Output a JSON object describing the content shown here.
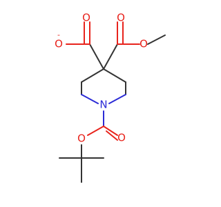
{
  "molecule": {
    "atoms": {
      "carboxylate_o_minus": {
        "symbol": "O",
        "charge": "-",
        "color": "#e8231c"
      },
      "carboxylate_o_double": {
        "symbol": "O",
        "color": "#e8231c"
      },
      "ester_o_double": {
        "symbol": "O",
        "color": "#e8231c"
      },
      "ester_o_methoxy": {
        "symbol": "O",
        "color": "#e8231c"
      },
      "ring_n": {
        "symbol": "N",
        "color": "#2b2bd6"
      },
      "boc_o_double": {
        "symbol": "O",
        "color": "#e8231c"
      },
      "boc_o_ether": {
        "symbol": "O",
        "color": "#e8231c"
      }
    },
    "colors": {
      "bond": "#333333",
      "oxygen": "#e8231c",
      "nitrogen": "#2b2bd6",
      "background": "#ffffff"
    }
  }
}
